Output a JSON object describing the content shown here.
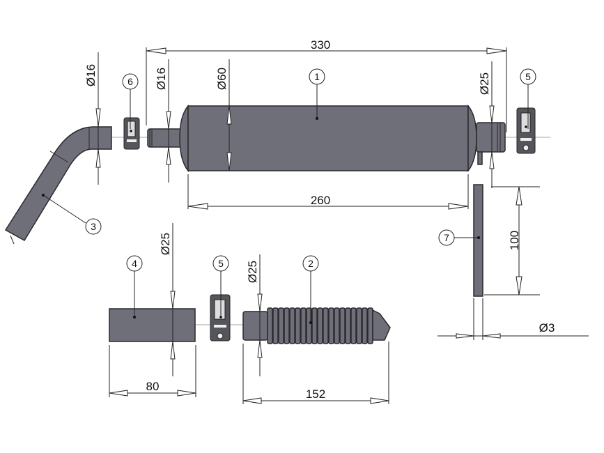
{
  "drawing": {
    "dimensions": {
      "overall_length": "330",
      "body_length": "260",
      "tube_length": "80",
      "bellows_length": "152",
      "rod_length": "100",
      "body_diameter": "Ø60",
      "inlet_diameter_pipe": "Ø16",
      "inlet_diameter_stub": "Ø16",
      "outlet_diameter": "Ø25",
      "tube_diameter": "Ø25",
      "bellows_diameter": "Ø25",
      "rod_diameter": "Ø3"
    },
    "balloons": {
      "muffler": "1",
      "bellows": "2",
      "bent_pipe": "3",
      "tube": "4",
      "clamp_top": "5",
      "clamp_bottom": "5",
      "clamp_small": "6",
      "rod": "7"
    },
    "colors": {
      "part_fill": "#6e6f78",
      "outline": "#2a2a2e"
    }
  }
}
